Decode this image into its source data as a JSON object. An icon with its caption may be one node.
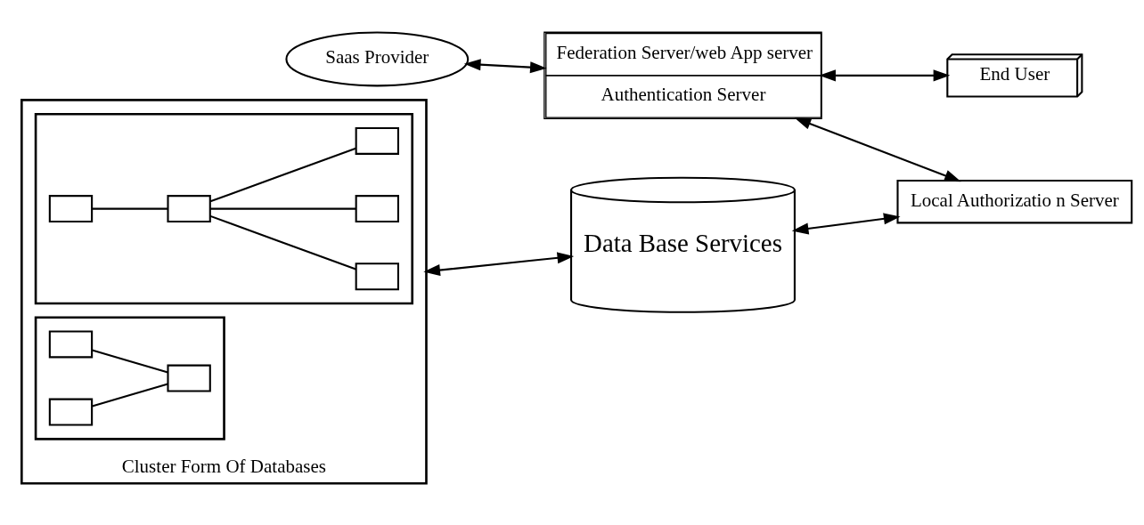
{
  "diagram": {
    "nodes": [
      {
        "text": [
          "Saas Provider"
        ]
      },
      {
        "text": [
          "Federation Server/web App server",
          "Authentication Server"
        ]
      },
      {
        "text": [
          "End User"
        ]
      },
      {
        "text": [
          "Cluster Form Of Databases"
        ]
      },
      {
        "text": [],
        "shape": "box",
        "in": 3
      },
      {
        "text": [],
        "shape": "box",
        "in": 4
      },
      {
        "text": [],
        "shape": "box",
        "in": 4
      },
      {
        "text": [],
        "shape": "box",
        "in": 4
      },
      {
        "text": [],
        "shape": "box",
        "in": 3
      },
      {
        "text": [],
        "shape": "box",
        "in": 8
      },
      {
        "text": [],
        "shape": "box",
        "in": 8
      },
      {
        "text": [],
        "shape": "box",
        "in": 8
      },
      {
        "text": [],
        "shape": "box",
        "in": 8
      },
      {
        "text": [],
        "shape": "box",
        "in": 8
      },
      {
        "text": [
          "Data Base Services"
        ]
      },
      {
        "text": [
          "Local Authorizatio n Server"
        ]
      }
    ],
    "edges": [
      {
        "from": 0,
        "to": 1,
        "arrow": "both"
      },
      {
        "from": 1,
        "to": 2,
        "arrow": "both"
      },
      {
        "from": 1,
        "to": 15,
        "arrow": "both"
      },
      {
        "from": 3,
        "to": 14,
        "arrow": "both"
      },
      {
        "from": 14,
        "to": 15,
        "arrow": "both"
      },
      {
        "from": 5,
        "to": 7,
        "arrow": "none"
      },
      {
        "from": 6,
        "to": 7,
        "arrow": "none"
      },
      {
        "from": 9,
        "to": 10,
        "arrow": "none"
      },
      {
        "from": 10,
        "to": 11,
        "arrow": "none"
      },
      {
        "from": 10,
        "to": 12,
        "arrow": "none"
      },
      {
        "from": 10,
        "to": 13,
        "arrow": "none"
      }
    ]
  }
}
